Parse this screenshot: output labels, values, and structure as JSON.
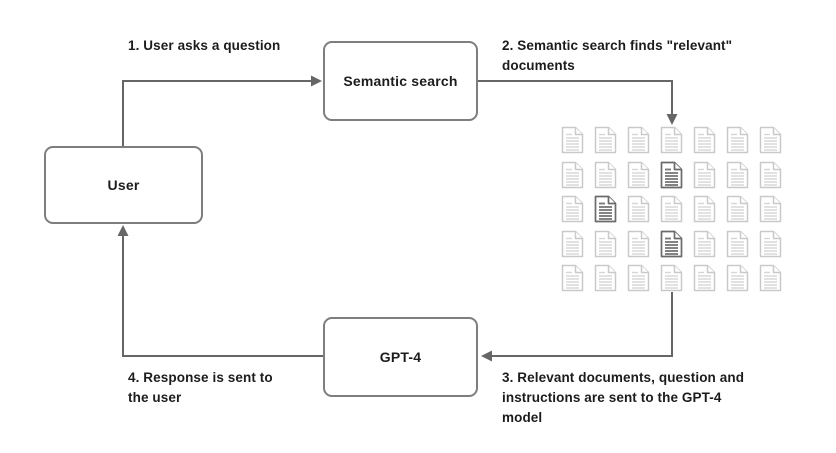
{
  "nodes": {
    "user": {
      "label": "User"
    },
    "semantic_search": {
      "label": "Semantic search"
    },
    "gpt4": {
      "label": "GPT-4"
    }
  },
  "steps": {
    "step1": {
      "label": "1. User asks a question"
    },
    "step2": {
      "label": "2. Semantic search finds \"relevant\"\ndocuments"
    },
    "step3": {
      "label": "3. Relevant documents, question and\ninstructions are sent to the GPT-4\nmodel"
    },
    "step4": {
      "label": "4. Response is sent to\nthe user"
    }
  },
  "documents_grid": {
    "rows": 5,
    "cols": 7,
    "highlighted_cells": [
      [
        2,
        4
      ],
      [
        3,
        2
      ],
      [
        4,
        4
      ]
    ],
    "icon": "document-icon"
  },
  "colors": {
    "background": "#ffffff",
    "box_border": "#7e7e7e",
    "arrow": "#666666",
    "text": "#1c1c1c",
    "doc_light": "#c9c9c9",
    "doc_dark": "#6b6b6b"
  }
}
